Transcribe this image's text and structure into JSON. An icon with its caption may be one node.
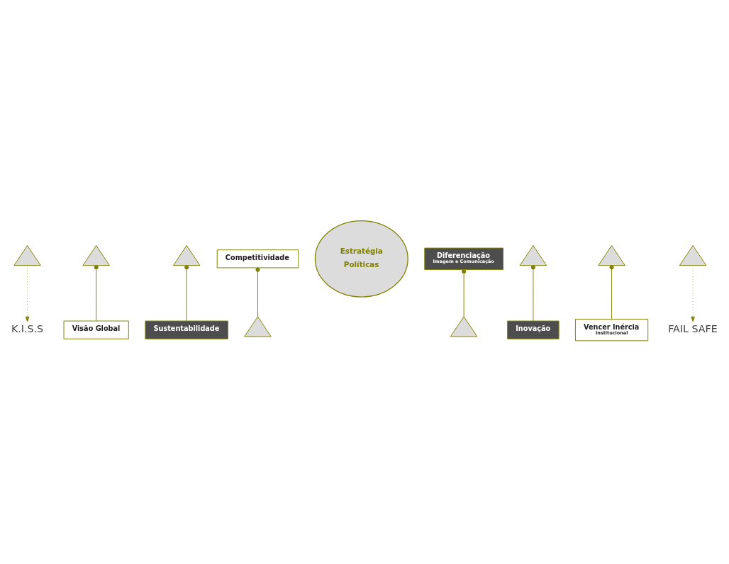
{
  "diagram": {
    "nodes": [
      {
        "text": [
          "K.I.S.S"
        ]
      },
      {
        "text": [
          "Visão Global"
        ]
      },
      {
        "text": [
          "Sustentabilidade"
        ]
      },
      {
        "text": [
          "Competitividade"
        ]
      },
      {
        "text": [
          "Estratégia",
          "Políticas"
        ]
      },
      {
        "text": [
          "Diferenciação",
          "Imagem e Comunicação"
        ]
      },
      {
        "text": [
          "Inovação"
        ]
      },
      {
        "text": [
          "Vencer Inércia",
          "Institucional"
        ]
      },
      {
        "text": [
          "FAIL SAFE"
        ]
      },
      {
        "text": [],
        "shape": "triangle"
      },
      {
        "text": [],
        "shape": "triangle"
      },
      {
        "text": [],
        "shape": "triangle"
      },
      {
        "text": [],
        "shape": "triangle"
      },
      {
        "text": [],
        "shape": "triangle"
      },
      {
        "text": [],
        "shape": "triangle"
      },
      {
        "text": [],
        "shape": "triangle"
      },
      {
        "text": [],
        "shape": "triangle"
      }
    ],
    "edges": [
      {
        "from": 9,
        "to": 0,
        "arrow": "to",
        "style": "dashed"
      },
      {
        "from": 10,
        "to": 1,
        "arrow": "other"
      },
      {
        "from": 11,
        "to": 2,
        "arrow": "other"
      },
      {
        "from": 3,
        "to": 13,
        "arrow": "other"
      },
      {
        "from": 5,
        "to": 12,
        "arrow": "other"
      },
      {
        "from": 14,
        "to": 7,
        "arrow": "other"
      },
      {
        "from": 15,
        "to": 6,
        "arrow": "other"
      },
      {
        "from": 16,
        "to": 8,
        "arrow": "to",
        "style": "dashed"
      }
    ]
  }
}
